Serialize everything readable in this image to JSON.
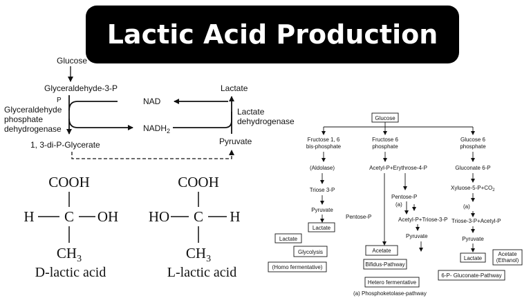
{
  "banner": {
    "title": "Lactic Acid Production"
  },
  "left_pathway": {
    "glucose": "Glucose",
    "g3p": "Glyceraldehyde-3-P",
    "p_mark": "P",
    "enzyme1": [
      "Glyceraldehyde",
      "phosphate",
      "dehydrogenase"
    ],
    "nad": "NAD",
    "nadh": "NADH",
    "nadh_sub": "2",
    "dpg": "1, 3-di-P-Glycerate",
    "lactate": "Lactate",
    "enzyme2": [
      "Lactate",
      "dehydrogenase"
    ],
    "pyruvate": "Pyruvate"
  },
  "structures": {
    "d": {
      "top": "COOH",
      "left": "H",
      "center": "C",
      "right": "OH",
      "bottom": "CH",
      "bottom_sub": "3",
      "name": "D-lactic acid"
    },
    "l": {
      "top": "COOH",
      "left": "HO",
      "center": "C",
      "right": "H",
      "bottom": "CH",
      "bottom_sub": "3",
      "name": "L-lactic acid"
    }
  },
  "right_pathway": {
    "glucose": "Glucose",
    "f16bp": [
      "Fructose 1, 6",
      "bis-phosphate"
    ],
    "f6p": [
      "Fructose 6",
      "phosphate"
    ],
    "g6p": [
      "Glucose 6",
      "phosphate"
    ],
    "aldolase": "(Aldolase)",
    "acetyl_e4p": "Acetyl-P+Erythrose-4-P",
    "gluconate": "Gluconate 6-P",
    "triose": "Triose 3-P",
    "xylulose": "Xyluose-5-P+CO",
    "xylulose_sub": "2",
    "pentose": "Pentose-P",
    "a_mark": "(a)",
    "pyruvate": "Pyruvate",
    "pentose_left": "Pentose-P",
    "acetyl_triose": "Acetyl-P+Triose-3-P",
    "triose_acetyl": "Triose-3-P+Acetyl-P",
    "lactate": "Lactate",
    "acetate": "Acetate",
    "acetate_ethanol": [
      "Acetate",
      "(Ethanol)"
    ],
    "glycolysis": "Glycolysis",
    "homo": "(Homo fermentative)",
    "bifidus": "Bifidus-Pathway",
    "hetero": "Hetero fermentative",
    "gluconate_pathway": "6-P- Gluconate-Pathway",
    "phosphoketolase": "(a)  Phosphoketolase-pathway"
  }
}
